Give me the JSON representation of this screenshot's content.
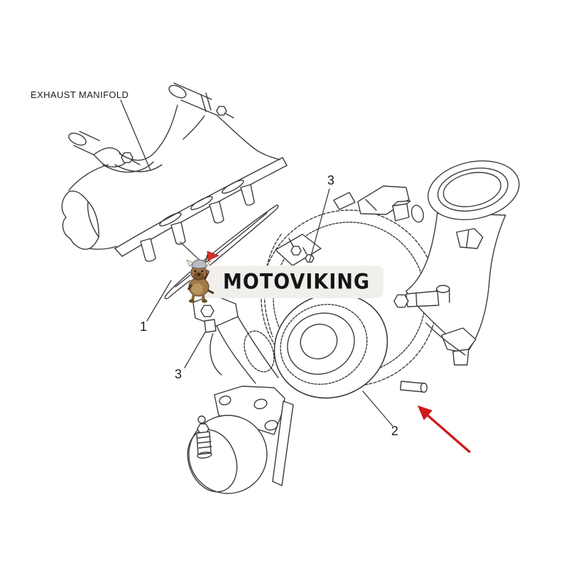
{
  "canvas": {
    "background": "#ffffff",
    "line_color": "#3b3b3b"
  },
  "labels": {
    "exhaust_manifold": "EXHAUST MANIFOLD"
  },
  "callouts": [
    {
      "id": "callout-3-top",
      "text": "3"
    },
    {
      "id": "callout-1",
      "text": "1"
    },
    {
      "id": "callout-3-bottom",
      "text": "3"
    },
    {
      "id": "callout-2",
      "text": "2"
    }
  ],
  "watermark": {
    "brand": "MOTOVIKING",
    "band_color": "#f1efec",
    "text_color": "#161414",
    "mascot_icon": "viking-dog-mascot",
    "helmet_color": "#b8bdc4",
    "fur_color": "#9b7244",
    "flag_color": "#d3302a"
  },
  "annotations": {
    "red_arrow_icon": "red-pointer-arrow",
    "red_arrow_color": "#cd1b1b"
  }
}
